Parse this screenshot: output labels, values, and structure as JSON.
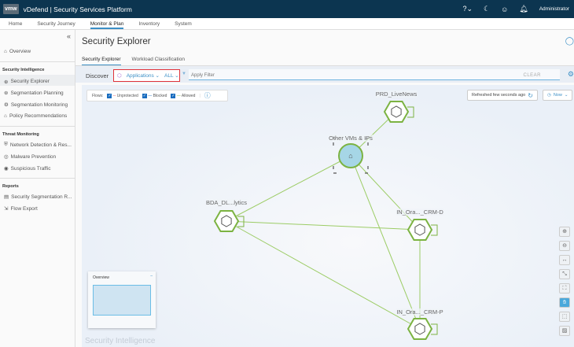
{
  "header": {
    "logo": "vmw",
    "title": "vDefend | Security Services Platform",
    "user": "Administrator"
  },
  "nav": [
    "Home",
    "Security Journey",
    "Monitor & Plan",
    "Inventory",
    "System"
  ],
  "sidebar": {
    "overview": "Overview",
    "section1": "Security Intelligence",
    "items1": [
      "Security Explorer",
      "Segmentation Planning",
      "Segmentation Monitoring",
      "Policy Recommendations"
    ],
    "section2": "Threat Monitoring",
    "items2": [
      "Network Detection & Res...",
      "Malware Prevention",
      "Suspicious Traffic"
    ],
    "section3": "Reports",
    "items3": [
      "Security Segmentation R...",
      "Flow Export"
    ]
  },
  "page": {
    "title": "Security Explorer",
    "tabs": [
      "Security Explorer",
      "Workload Classification"
    ]
  },
  "discover": {
    "label": "Discover",
    "type": "Applications",
    "scope": "ALL",
    "filter_placeholder": "Apply Filter",
    "clear": "CLEAR"
  },
  "flows": {
    "label": "Flows:",
    "unprotected": "Unprotected",
    "blocked": "Blocked",
    "allowed": "Allowed"
  },
  "refresh": "Refreshed few seconds ago",
  "time": "Now",
  "overview_panel": {
    "title": "Overview"
  },
  "watermark": "Security Intelligence",
  "nodes": [
    {
      "name": "PRD_LiveNews"
    },
    {
      "name": "Other VMs & IPs"
    },
    {
      "name": "BDA_DL...lytics"
    },
    {
      "name": "IN_Ora..._CRM-D"
    },
    {
      "name": "IN_Ora..._CRM-P"
    }
  ],
  "colors": {
    "edge": "#9ccc65",
    "node": "#7cb342",
    "accent": "#3b8fc6"
  }
}
